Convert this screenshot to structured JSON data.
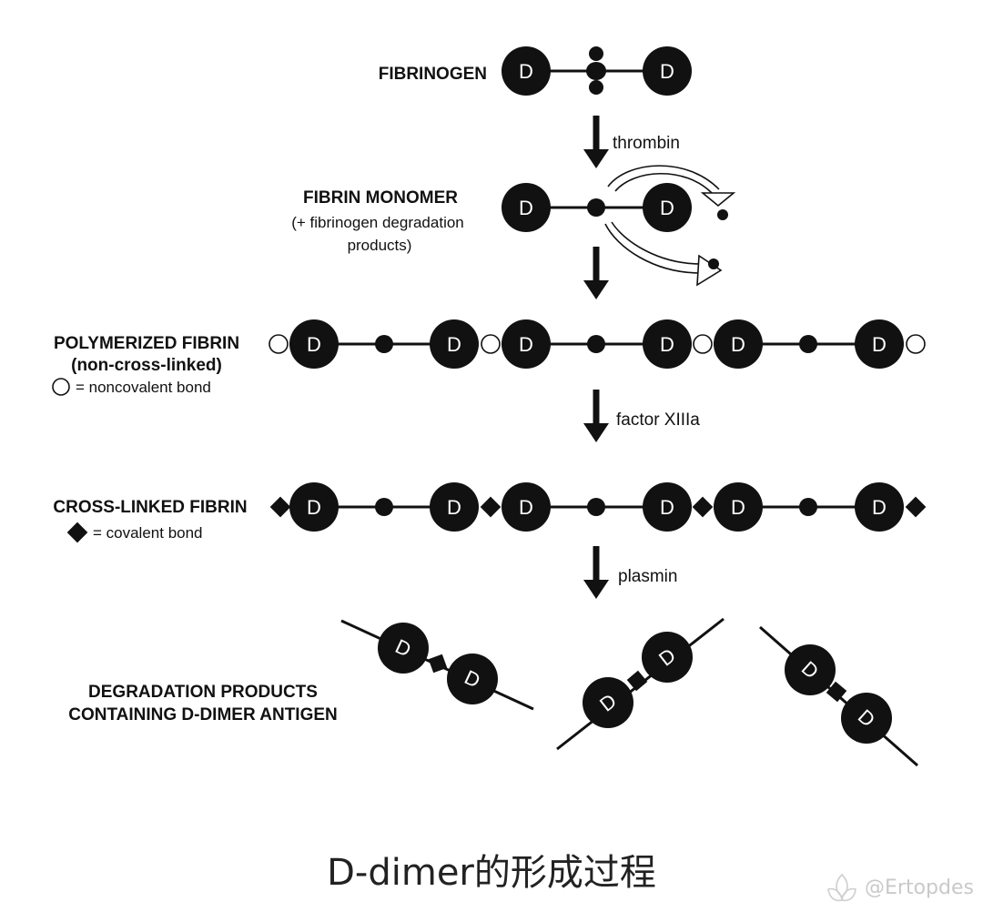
{
  "stages": {
    "fibrinogen": "FIBRINOGEN",
    "fibrin_monomer": "FIBRIN MONOMER",
    "fibrin_monomer_note_1": "(+ fibrinogen degradation",
    "fibrin_monomer_note_2": "products)",
    "polymerized": "POLYMERIZED FIBRIN",
    "polymerized_note": "(non-cross-linked)",
    "noncovalent_legend": "= noncovalent bond",
    "crosslinked": "CROSS-LINKED FIBRIN",
    "covalent_legend": "= covalent bond",
    "degradation_1": "DEGRADATION PRODUCTS",
    "degradation_2": "CONTAINING D-DIMER ANTIGEN"
  },
  "enzymes": {
    "step1": "thrombin",
    "step3": "factor XIIIa",
    "step4": "plasmin"
  },
  "domain_letter": "D",
  "caption": "D-dimer的形成过程",
  "watermark": "@Ertopdes"
}
